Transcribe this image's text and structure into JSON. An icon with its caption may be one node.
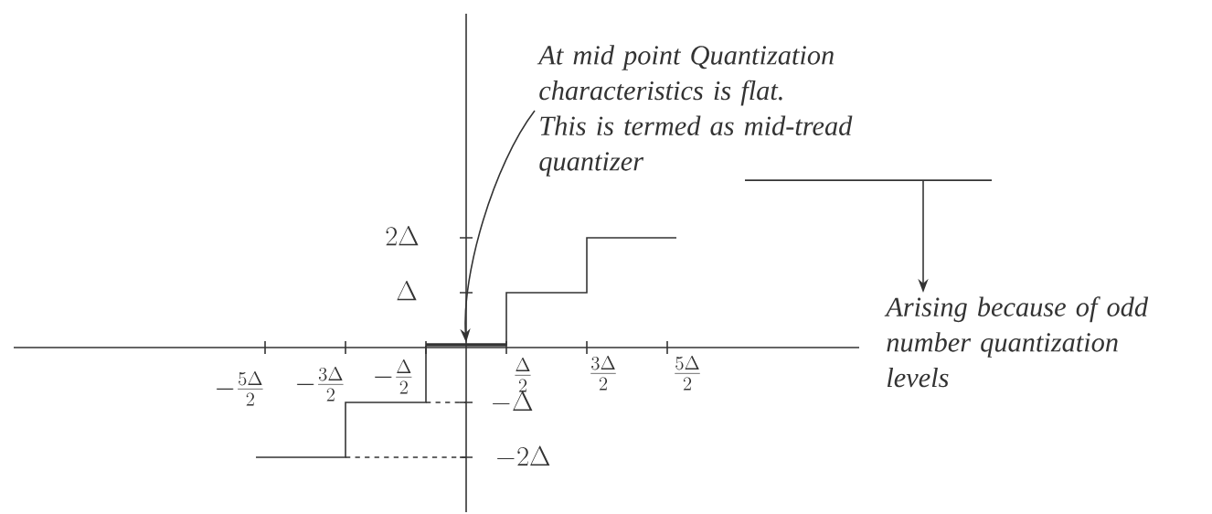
{
  "diagram": {
    "nodes": [
      {
        "text": [
          "At mid point Quantization characteristics is flat.",
          "This is termed as mid-tread quantizer"
        ]
      },
      {
        "text": [],
        "shape": "bar"
      },
      {
        "text": [
          "Arising because of odd number quantization levels"
        ]
      }
    ],
    "edges": [
      {
        "from": 0,
        "to": 1,
        "arrow": "to"
      },
      {
        "from": 0,
        "to": 2,
        "arrow": "to"
      }
    ],
    "labels": [
      "2\\Delta",
      "\\Delta",
      "-\\frac{5\\Delta}{2}",
      "-\\frac{3\\Delta}{2}",
      "-\\frac{\\Delta}{2}",
      "\\frac{\\Delta}{2}",
      "\\frac{3\\Delta}{2}",
      "\\frac{5\\Delta}{2}",
      "-\\Delta",
      "-2\\Delta"
    ]
  }
}
